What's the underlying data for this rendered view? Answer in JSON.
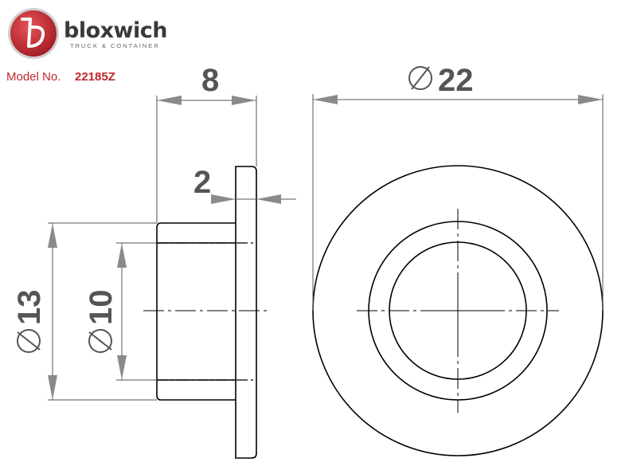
{
  "brand": {
    "name": "bloxwich",
    "tagline": "TRUCK & CONTAINER",
    "logo_icon": "bloxwich-logo-icon",
    "accent_color": "#c0272d"
  },
  "model": {
    "label": "Model No.",
    "number": "22185Z"
  },
  "dimensions": {
    "length": "8",
    "flange_thickness": "2",
    "outer_diameter": "22",
    "bore_outer_diameter": "13",
    "inner_diameter": "10"
  }
}
